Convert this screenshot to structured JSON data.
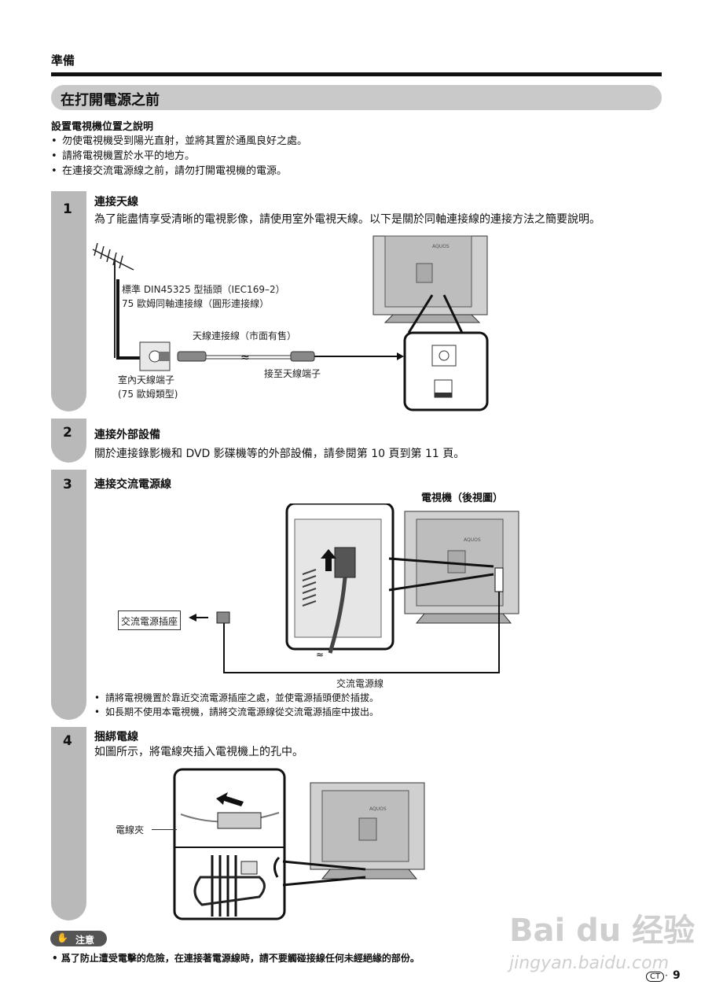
{
  "header": {
    "section": "準備"
  },
  "title": "在打開電源之前",
  "placement": {
    "heading": "設置電視機位置之說明",
    "bullets": [
      "勿使電視機受到陽光直射，並將其置於通風良好之處。",
      "請將電視機置於水平的地方。",
      "在連接交流電源線之前，請勿打開電視機的電源。"
    ]
  },
  "steps": [
    {
      "num": "1",
      "title": "連接天線",
      "text": "為了能盡情享受清晰的電視影像，請使用室外電視天線。以下是關於同軸連接線的連接方法之簡要說明。",
      "labels": {
        "plug_line1": "標準 DIN45325 型插頭（IEC169–2）",
        "plug_line2": "75 歐姆同軸連接線（圓形連接線）",
        "cable": "天線連接線（市面有售）",
        "to_terminal": "接至天線端子",
        "indoor_line1": "室內天線端子",
        "indoor_line2": "(75 歐姆類型)"
      }
    },
    {
      "num": "2",
      "title": "連接外部設備",
      "text": "關於連接錄影機和 DVD 影碟機等的外部設備，請參閱第 10 頁到第 11 頁。"
    },
    {
      "num": "3",
      "title": "連接交流電源線",
      "labels": {
        "tv_rear": "電視機（後視圖）",
        "outlet": "交流電源插座",
        "cord": "交流電源線"
      },
      "bullets": [
        "請將電視機置於靠近交流電源插座之處，並使電源插頭便於插拔。",
        "如長期不使用本電視機，請將交流電源線從交流電源插座中拔出。"
      ]
    },
    {
      "num": "4",
      "title": "捆綁電線",
      "text": "如圖所示，將電線夾插入電視機上的孔中。",
      "labels": {
        "clip": "電線夾"
      }
    }
  ],
  "caution": {
    "badge": "注意",
    "text": "爲了防止遭受電擊的危險，在連接著電源線時，請不要觸碰接線任何未經絕緣的部份。"
  },
  "footer": {
    "badge": "CT",
    "page": "9"
  },
  "watermark": {
    "brand": "Bai du 经验",
    "url": "jingyan.baidu.com"
  }
}
